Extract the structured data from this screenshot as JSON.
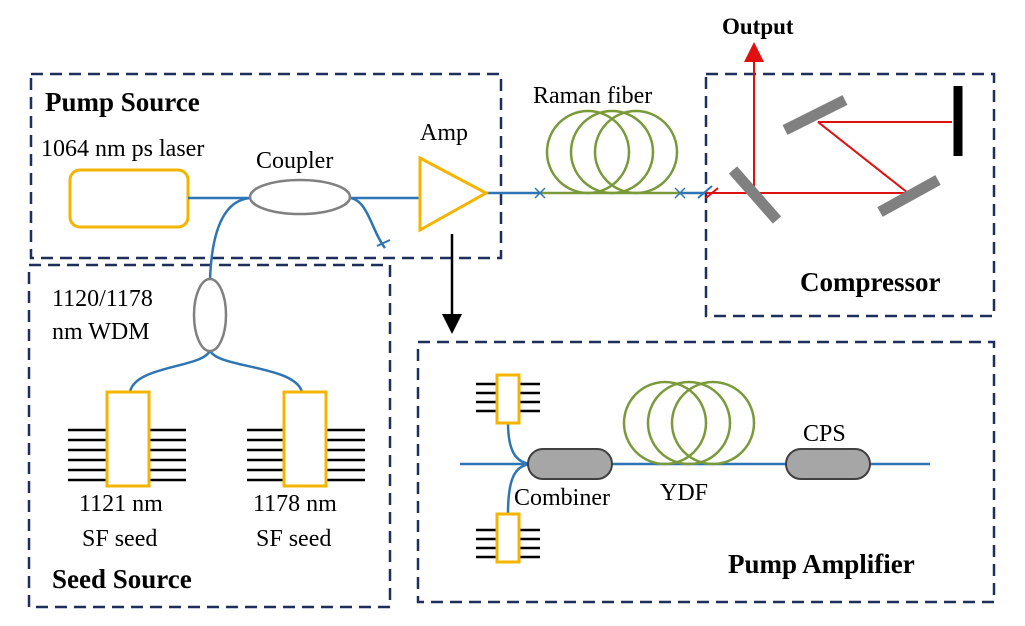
{
  "colors": {
    "box_border": "#1f2f5c",
    "fiber": "#2e75b6",
    "yellow": "#f4b400",
    "green_fiber": "#7a9a3a",
    "beam": "#e01010",
    "mirror": "#808080",
    "coupler_gray": "#a6a6a6"
  },
  "sections": {
    "pump_source": "Pump Source",
    "seed_source": "Seed Source",
    "compressor": "Compressor",
    "pump_amplifier": "Pump Amplifier"
  },
  "labels": {
    "laser": "1064 nm ps laser",
    "coupler": "Coupler",
    "amp": "Amp",
    "raman_fiber": "Raman fiber",
    "output": "Output",
    "wdm_line1": "1120/1178",
    "wdm_line2": "nm WDM",
    "seed1_line1": "1121 nm",
    "seed1_line2": "SF seed",
    "seed2_line1": "1178 nm",
    "seed2_line2": "SF seed",
    "combiner": "Combiner",
    "ydf": "YDF",
    "cps": "CPS"
  },
  "icons": [
    "laser-box-icon",
    "coupler-icon",
    "amplifier-triangle-icon",
    "raman-coil-icon",
    "mirror-icon",
    "wdm-icon",
    "fbg-seed-icon",
    "combiner-icon",
    "ydf-coil-icon",
    "cps-icon",
    "arrow-down-icon",
    "output-arrow-icon"
  ]
}
